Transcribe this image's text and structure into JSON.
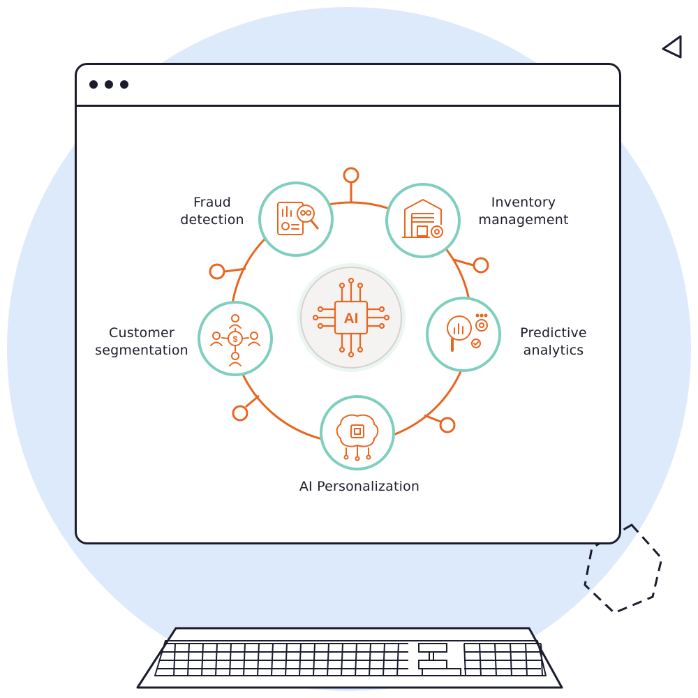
{
  "center": {
    "label": "AI",
    "icon": "ai-chip-icon"
  },
  "nodes": [
    {
      "id": "fraud",
      "line1": "Fraud",
      "line2": "detection",
      "icon": "fraud-detection-icon"
    },
    {
      "id": "inventory",
      "line1": "Inventory",
      "line2": "management",
      "icon": "warehouse-icon"
    },
    {
      "id": "predictive",
      "line1": "Predictive",
      "line2": "analytics",
      "icon": "analytics-magnifier-icon"
    },
    {
      "id": "personalization",
      "line1": "AI Personalization",
      "line2": "",
      "icon": "brain-chip-icon"
    },
    {
      "id": "segmentation",
      "line1": "Customer",
      "line2": "segmentation",
      "icon": "customer-segmentation-icon"
    }
  ],
  "colors": {
    "accent": "#e8651f",
    "node_border": "#7fcfbe",
    "outline": "#1b1d2e",
    "background_circle": "#ddeafc"
  }
}
